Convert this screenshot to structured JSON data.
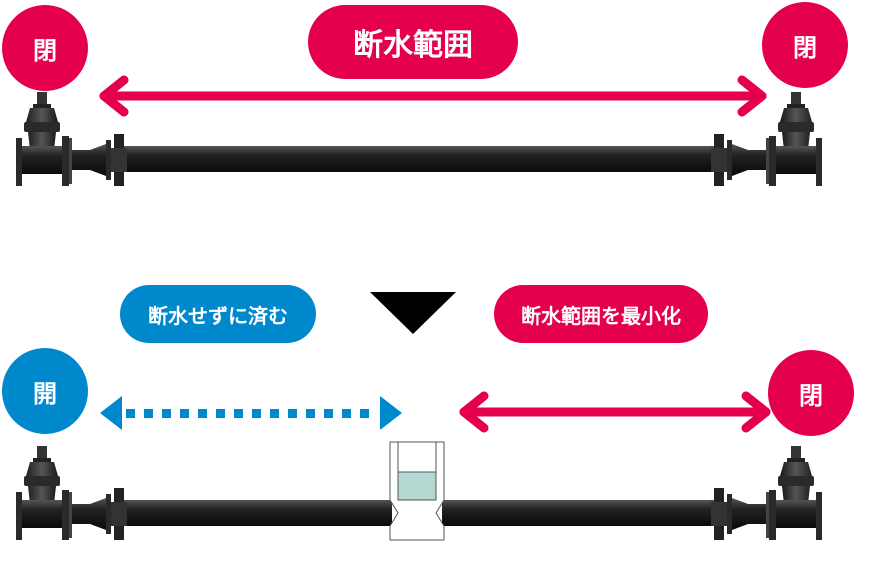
{
  "colors": {
    "closed": "#e4004f",
    "open": "#0088cc",
    "pipe": "#1a1a1a",
    "water": "#b3d9d2"
  },
  "top": {
    "range_label": "断水範囲",
    "left_valve_label": "閉",
    "right_valve_label": "閉"
  },
  "divider": {
    "icon": "down-triangle-icon"
  },
  "bottom": {
    "left_label": "断水せずに済む",
    "right_label": "断水範囲を最小化",
    "left_valve_label": "開",
    "right_valve_label": "閉"
  }
}
